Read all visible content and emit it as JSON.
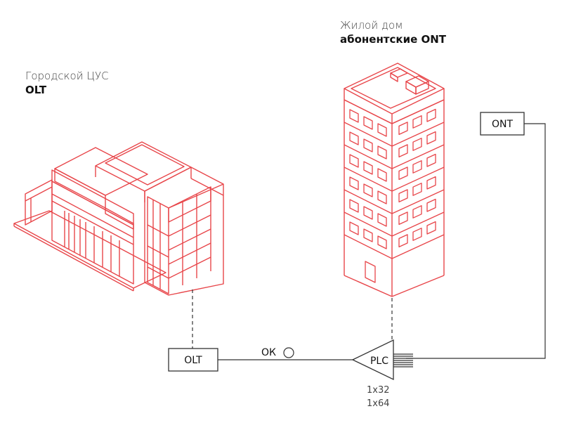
{
  "city_center": {
    "title": "Городской ЦУС",
    "subtitle": "OLT"
  },
  "residential": {
    "title": "Жилой дом",
    "subtitle": "абонентские ONT"
  },
  "nodes": {
    "olt": "OLT",
    "ont": "ONT",
    "plc": "PLC",
    "cable": "ОК"
  },
  "splitter_ratios": [
    "1x32",
    "1x64"
  ],
  "colors": {
    "building": "#e8464a",
    "line": "#333333"
  }
}
